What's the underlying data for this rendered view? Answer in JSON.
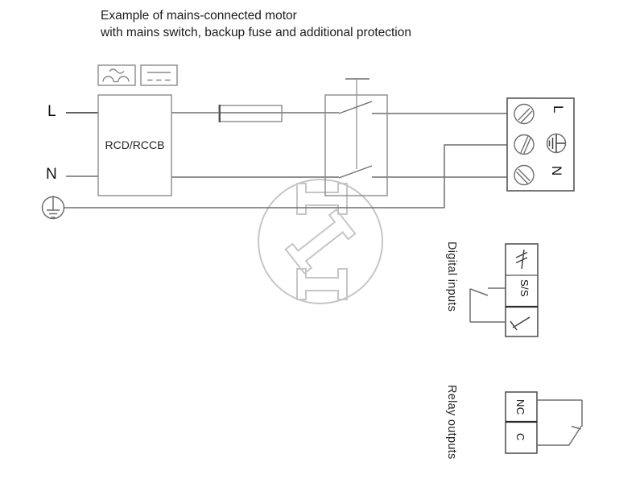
{
  "title": {
    "line1": "Example of mains-connected motor",
    "line2": "with mains switch, backup fuse and additional protection"
  },
  "supply": {
    "line_label": "L",
    "neutral_label": "N",
    "earth_icon": "protective-earth-circle"
  },
  "rcd": {
    "label": "RCD/RCCB",
    "type_icons": [
      "ac-pulsating-current-icon",
      "dc-current-icon"
    ]
  },
  "fuse": {
    "icon": "backup-fuse-symbol"
  },
  "mains_switch": {
    "icon": "two-pole-switch-symbol"
  },
  "motor_terminal_block": {
    "live_label": "L",
    "neutral_label": "N",
    "earth_icon": "earth-terminal-icon",
    "screw_icon": "screw-terminal-icon"
  },
  "digital_inputs": {
    "section_label": "Digital inputs",
    "terminal_1_icon": "pulse-signal-icon",
    "terminal_2_label": "S/S",
    "terminal_3_icon": "ground-terminal-icon",
    "external_icon": "external-switch-symbol"
  },
  "relay_outputs": {
    "section_label": "Relay outputs",
    "nc_label": "NC",
    "c_label": "C",
    "external_icon": "relay-contact-symbol"
  },
  "watermark": {
    "icon": "grundfos-logo-watermark"
  },
  "colors": {
    "wire": "#6f6f6f",
    "component_box": "#8a8a8a",
    "terminal_block": "#555555",
    "heavy_divider": "#2b2b2b",
    "text": "#1f1f1f",
    "watermark": "#c6c6c6",
    "background": "#ffffff"
  }
}
